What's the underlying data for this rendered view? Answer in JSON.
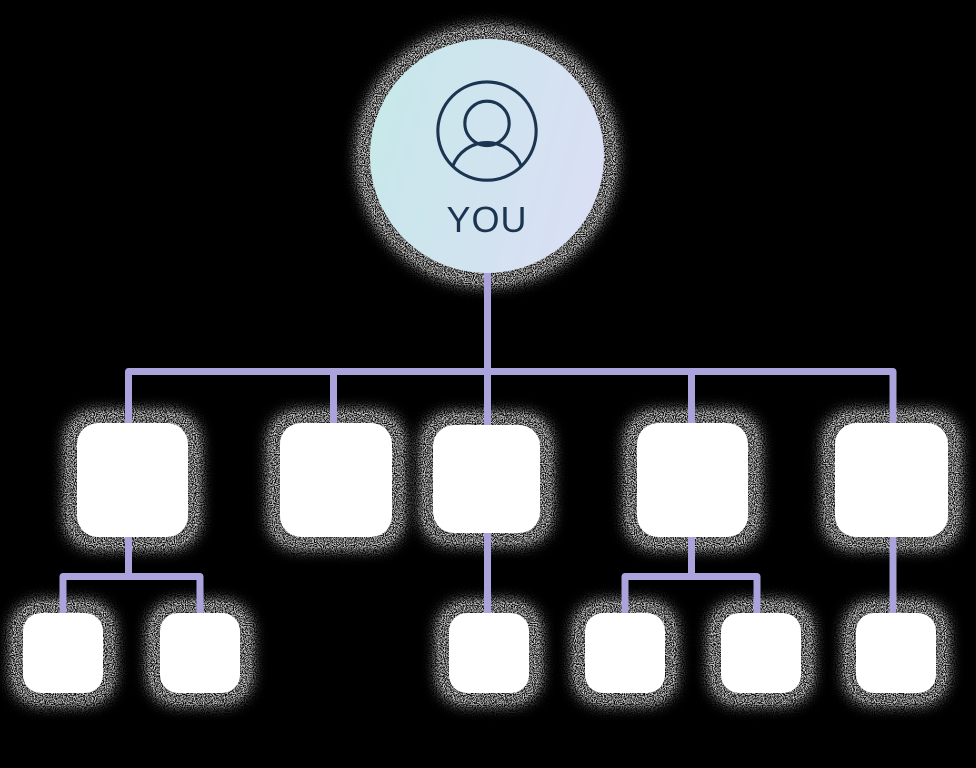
{
  "diagram": {
    "type": "tree",
    "root": {
      "label": "YOU",
      "icon": "user-avatar-icon"
    },
    "branches": [
      {
        "id": "branch-1",
        "children": [
          "child-1a",
          "child-1b"
        ]
      },
      {
        "id": "branch-2",
        "children": []
      },
      {
        "id": "branch-3",
        "children": [
          "child-3a"
        ]
      },
      {
        "id": "branch-4",
        "children": [
          "child-4a",
          "child-4b"
        ]
      },
      {
        "id": "branch-5",
        "children": [
          "child-5a"
        ]
      }
    ]
  },
  "colors": {
    "line-color": "#aaa3dc",
    "grad-start": "#c5e9e9",
    "grad-end": "#dcdef5",
    "ink-color": "#1b3450",
    "node-color": "#ffffff",
    "canvas-color": "#000000",
    "speckle-color": "#d0d0d0"
  }
}
